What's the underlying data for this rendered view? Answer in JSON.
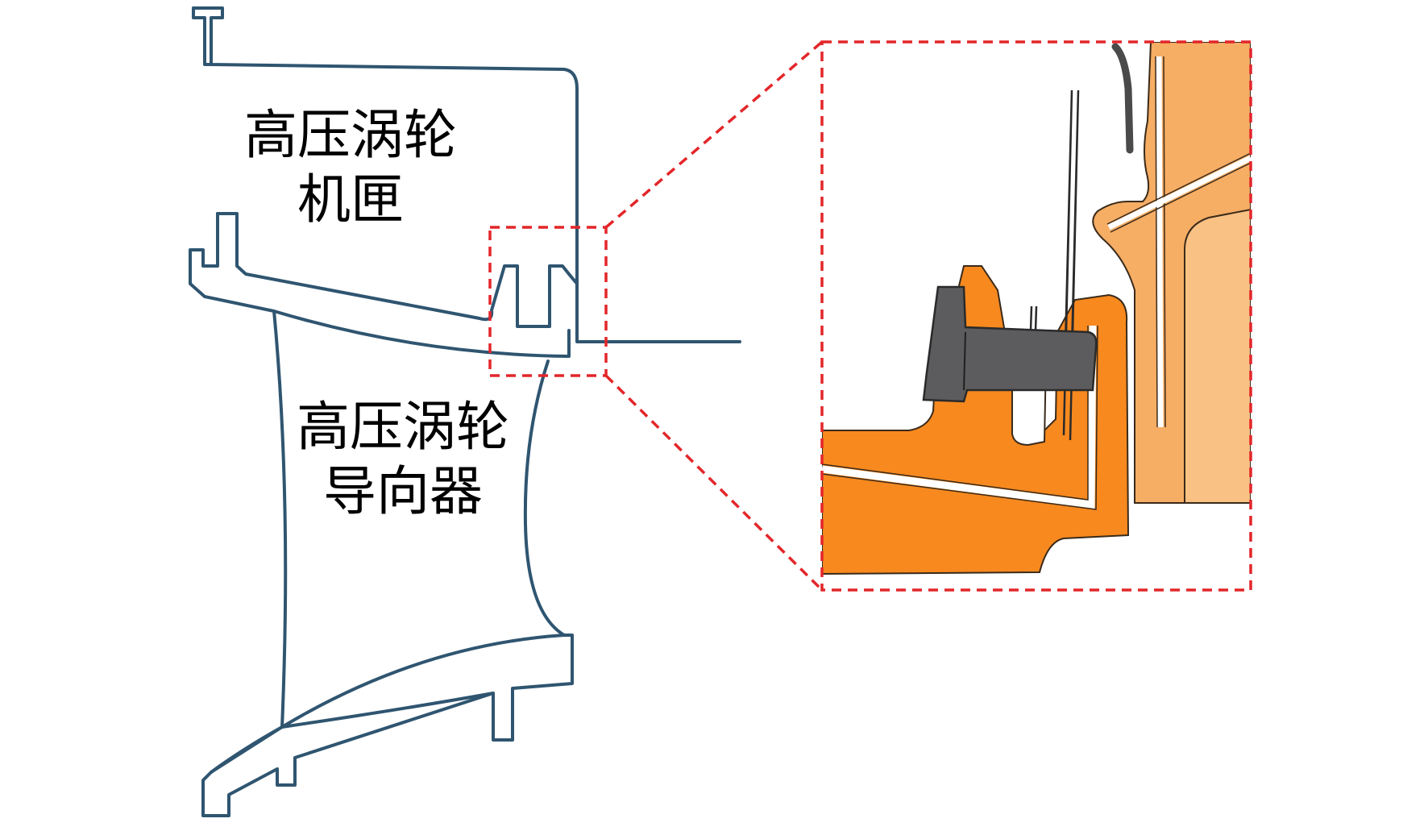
{
  "labels": {
    "casing_line1": "高压涡轮",
    "casing_line2": "机匣",
    "nozzle_line1": "高压涡轮",
    "nozzle_line2": "导向器"
  },
  "colors": {
    "outline": "#2f5570",
    "highlight_box": "#e3262a",
    "nozzle_part": "#f7891f",
    "casing_part": "#f6ad64",
    "seal_block": "#5c5c5e",
    "background": "#ffffff"
  }
}
